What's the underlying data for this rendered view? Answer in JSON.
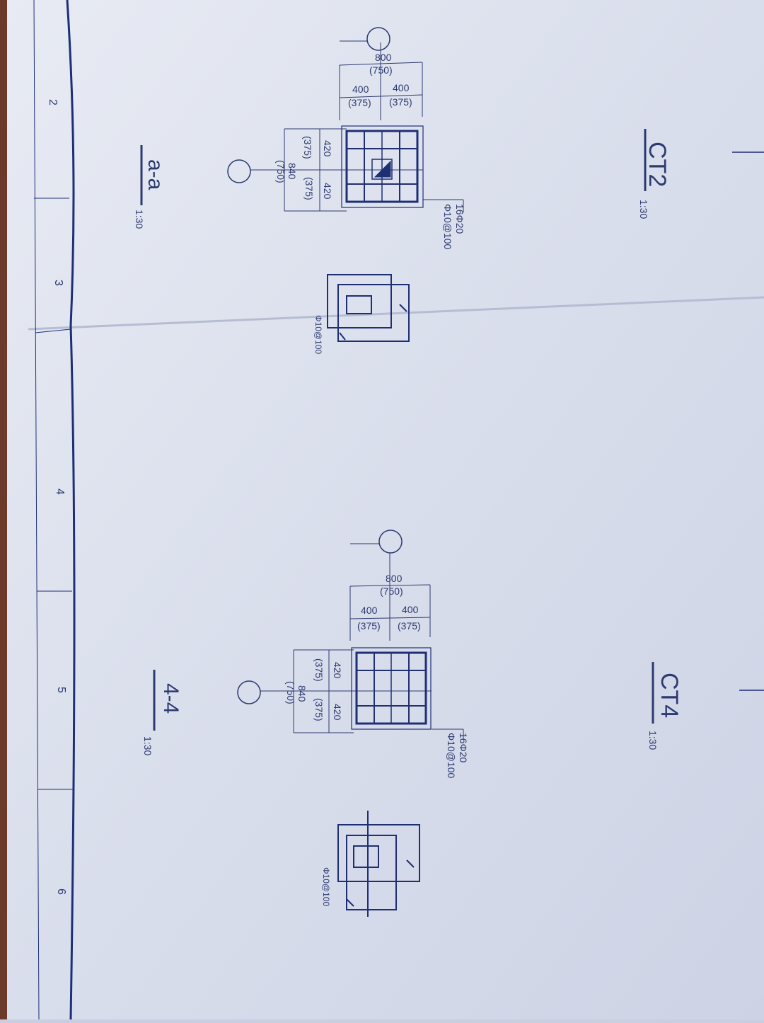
{
  "colors": {
    "paper": "#dfe3ef",
    "ink": "#2c3a70",
    "border": "#1d2f7a"
  },
  "frame_numbers": [
    "2",
    "3",
    "4",
    "5",
    "6"
  ],
  "ct2": {
    "title": "CT2",
    "scale": "1:30",
    "section_title": "a-a",
    "section_scale": "1:30",
    "dim_top_total": "800",
    "dim_top_total_alt": "(750)",
    "dim_top_left": "400",
    "dim_top_left_alt": "(375)",
    "dim_top_right": "400",
    "dim_top_right_alt": "(375)",
    "dim_side_top": "420",
    "dim_side_top_alt": "(375)",
    "dim_side_bottom": "420",
    "dim_side_bottom_alt": "(375)",
    "dim_side_total": "840",
    "dim_side_total_alt": "(750)",
    "rebar_main": "16Φ20",
    "rebar_stirrup": "Φ10@100",
    "stirrup_detail_label": "Φ10@100"
  },
  "ct4": {
    "title": "CT4",
    "scale": "1:30",
    "section_title": "4-4",
    "section_scale": "1:30",
    "dim_top_total": "800",
    "dim_top_total_alt": "(750)",
    "dim_top_left": "400",
    "dim_top_left_alt": "(375)",
    "dim_top_right": "400",
    "dim_top_right_alt": "(375)",
    "dim_side_top": "420",
    "dim_side_top_alt": "(375)",
    "dim_side_bottom": "420",
    "dim_side_bottom_alt": "(375)",
    "dim_side_total": "840",
    "dim_side_total_alt": "(750)",
    "rebar_main": "16Φ20",
    "rebar_stirrup": "Φ10@100",
    "stirrup_detail_label": "Φ10@100"
  }
}
